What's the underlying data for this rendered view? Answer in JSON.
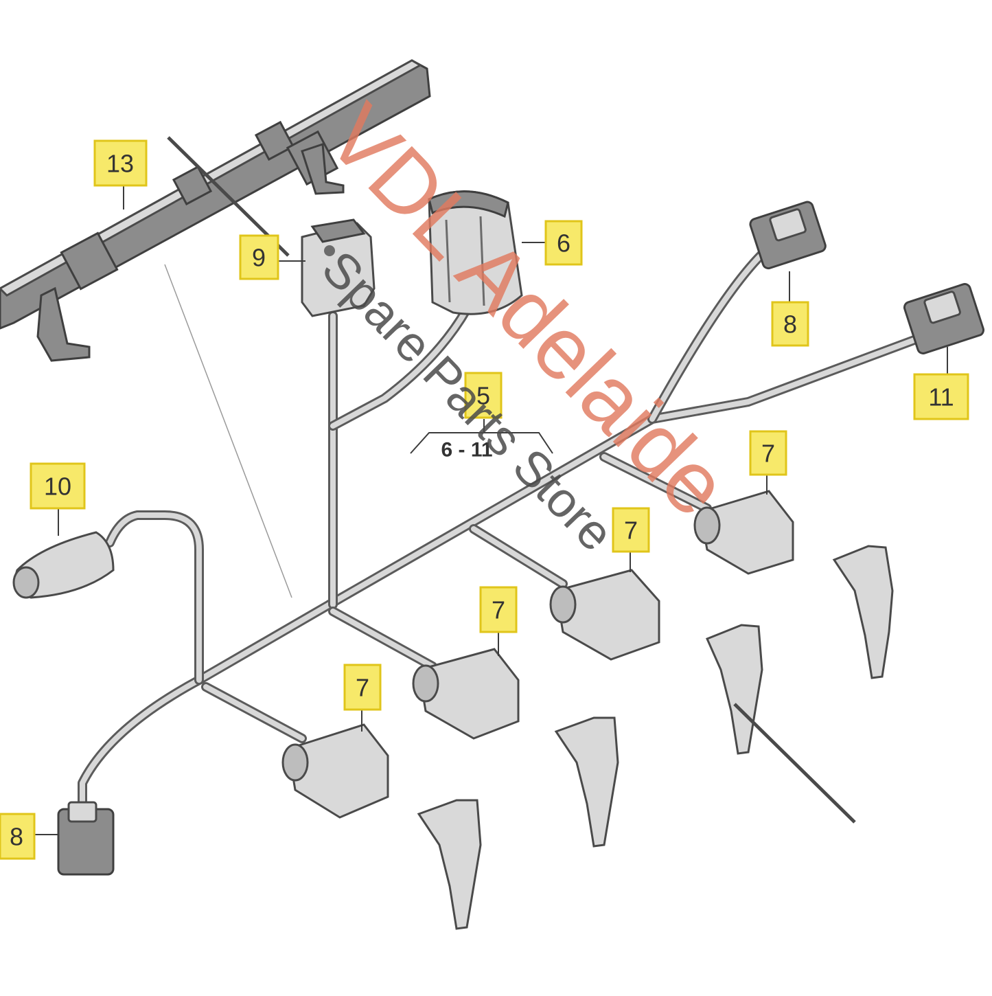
{
  "colors": {
    "callout_fill": "#f7e96a",
    "callout_border": "#e0c51a",
    "wire_dark": "#5b5b5b",
    "part_fill": "#d9d9d9",
    "watermark_main": "#e07a5f",
    "watermark_sub": "#4a4a4a"
  },
  "callouts": {
    "c13": "13",
    "c9": "9",
    "c6": "6",
    "c8_top": "8",
    "c11": "11",
    "c5": "5",
    "c10": "10",
    "c7_a": "7",
    "c7_b": "7",
    "c7_c": "7",
    "c7_d": "7",
    "c8_bottom": "8"
  },
  "range_marker": "6 - 11",
  "watermark": {
    "main": "VDL Adelaide",
    "sub": "Spare Parts Store"
  }
}
